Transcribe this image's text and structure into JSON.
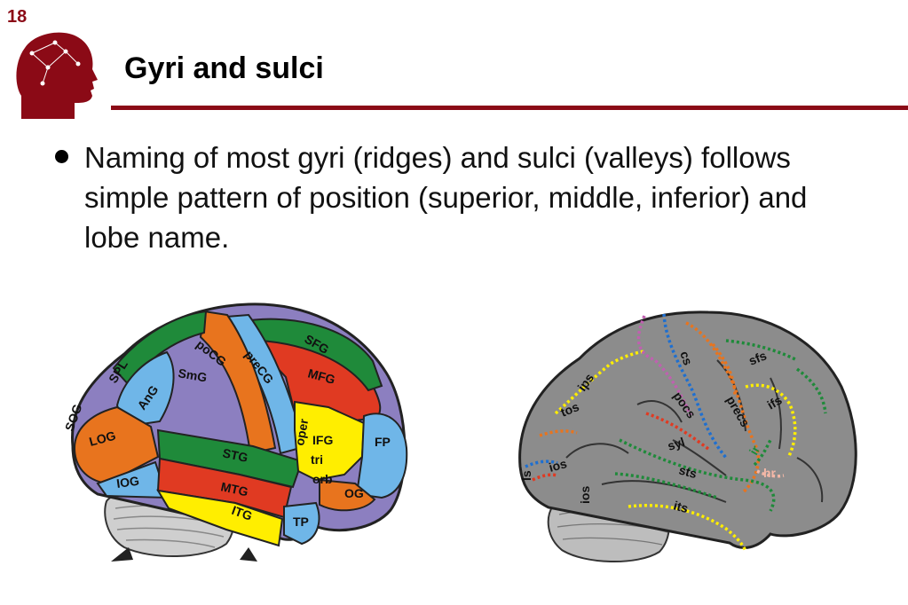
{
  "slide": {
    "number": "18",
    "title": "Gyri and sulci",
    "bullet": "Naming of most gyri (ridges) and sulci (valleys) follows simple pattern of position (superior, middle, inferior) and lobe name."
  },
  "colors": {
    "accent": "#8b0a16",
    "green": "#1f8a3a",
    "orange": "#e8741e",
    "blue": "#6fb6e8",
    "purple": "#8c7fc0",
    "red": "#e03a22",
    "yellow": "#ffee00",
    "gray": "#8c8c8c"
  },
  "gyri_figure": {
    "labels": {
      "spl": "SPL",
      "pocg": "poCG",
      "precg": "preCG",
      "sfg": "SFG",
      "mfg": "MFG",
      "smg": "SmG",
      "ang": "AnG",
      "sog": "SOG",
      "log": "LOG",
      "iog": "IOG",
      "stg": "STG",
      "mtg": "MTG",
      "itg": "ITG",
      "oper": "oper",
      "ifg": "IFG",
      "tri": "tri",
      "orb": "orb",
      "fp": "FP",
      "og": "OG",
      "tp": "TP"
    }
  },
  "sulci_figure": {
    "labels": {
      "ips": "ips",
      "cs": "cs",
      "sfs": "sfs",
      "tos": "tos",
      "pocs": "pocs",
      "precs": "precs",
      "ifs": "ifs",
      "syl": "syl",
      "ls": "ls",
      "ios": "ios",
      "sts": "sts",
      "its": "its",
      "ir": "ir",
      "hr": "hr"
    }
  }
}
